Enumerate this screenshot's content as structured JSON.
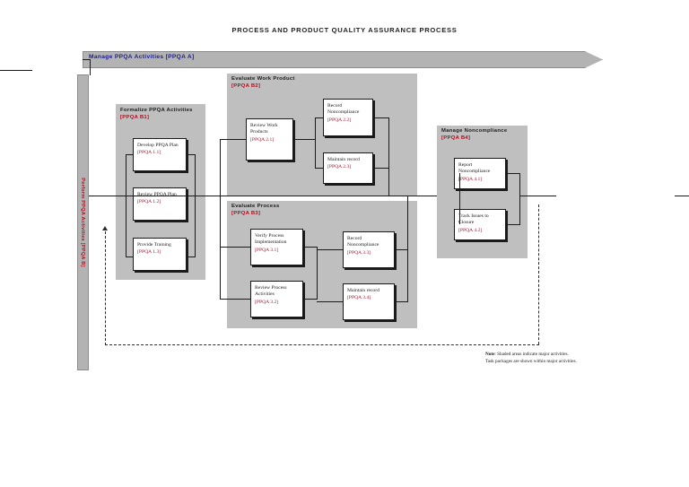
{
  "page": {
    "title": "PROCESS AND PRODUCT QUALITY ASSURANCE PROCESS"
  },
  "banner": {
    "label": "Manage PPQA Activities [PPQA A]"
  },
  "swimlane": {
    "label": "Perform PPQA Activities [PPQA B]"
  },
  "groups": [
    {
      "id": "b1",
      "title": "Formalize PPQA Activities",
      "code": "[PPQA B1]",
      "tasks": [
        {
          "name": "Develop PPQA Plan",
          "code": "[PPQA 1.1]"
        },
        {
          "name": "Review PPQA Plan",
          "code": "[PPQA 1.2]"
        },
        {
          "name": "Provide Training",
          "code": "[PPQA 1.3]"
        }
      ]
    },
    {
      "id": "b2",
      "title": "Evaluate Work Product",
      "code": "[PPQA B2]",
      "tasks": [
        {
          "name": "Review Work Products",
          "code": "[PPQA 2.1]"
        },
        {
          "name": "Record Noncompliance",
          "code": "[PPQA 2.2]"
        },
        {
          "name": "Maintain record",
          "code": "[PPQA 2.3]"
        }
      ]
    },
    {
      "id": "b3",
      "title": "Evaluate Process",
      "code": "[PPQA B3]",
      "tasks": [
        {
          "name": "Verify Process Implementation",
          "code": "[PPQA 3.1]"
        },
        {
          "name": "Review Process Activities",
          "code": "[PPQA 3.2]"
        },
        {
          "name": "Record Noncompliance",
          "code": "[PPQA 3.3]"
        },
        {
          "name": "Maintain record",
          "code": "[PPQA 3.4]"
        }
      ]
    },
    {
      "id": "b4",
      "title": "Manage Noncompliance",
      "code": "[PPQA B4]",
      "tasks": [
        {
          "name": "Report Noncompliance",
          "code": "[PPQA 4.1]"
        },
        {
          "name": "Track Issues to Closure",
          "code": "[PPQA 4.2]"
        }
      ]
    }
  ],
  "note": {
    "label": "Note",
    "line1": ": Shaded areas indicate major activities.",
    "line2": "Task packages are shown within major activities."
  },
  "colors": {
    "banner_fill": "#b3b3b3",
    "banner_text": "#1f1f8c",
    "group_fill": "#bfbfbf",
    "code_text": "#9c1b2e",
    "accent_red": "#b01020",
    "line": "#1a1a1a",
    "page_bg": "#ffffff"
  }
}
